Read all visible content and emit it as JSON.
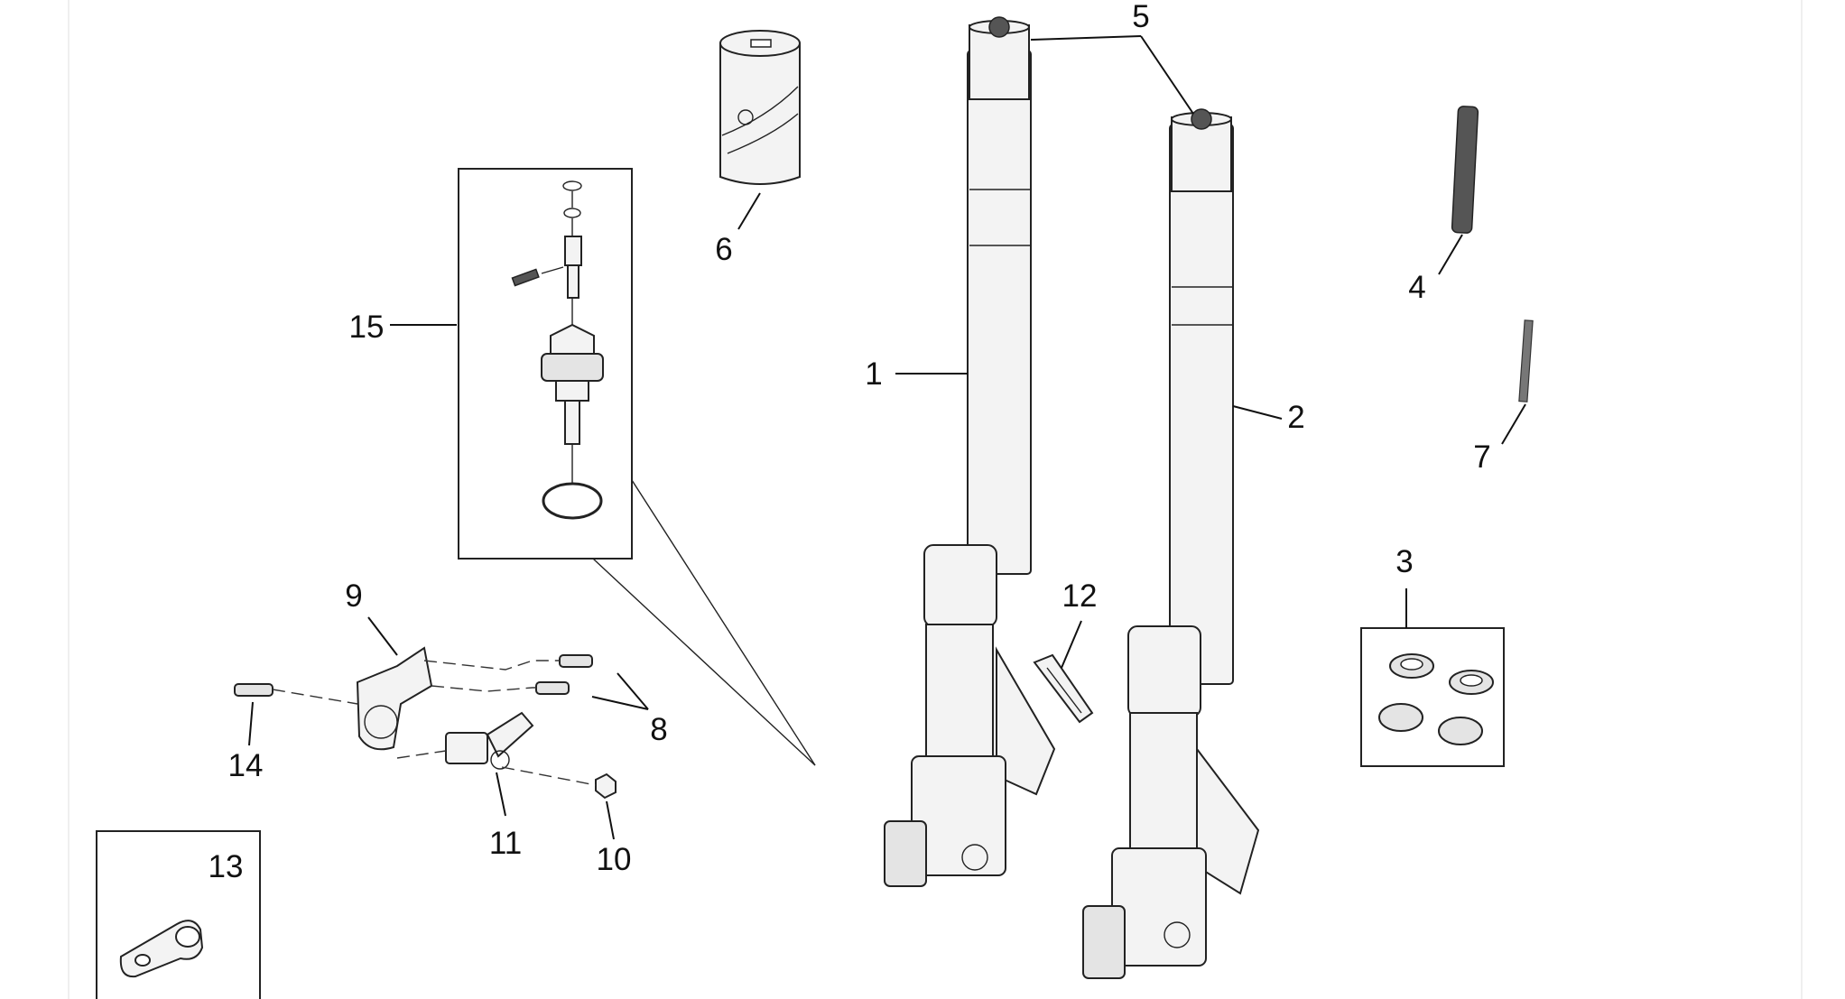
{
  "diagram": {
    "callouts": [
      {
        "id": "1",
        "text": "1"
      },
      {
        "id": "2",
        "text": "2"
      },
      {
        "id": "3",
        "text": "3"
      },
      {
        "id": "4",
        "text": "4"
      },
      {
        "id": "5",
        "text": "5"
      },
      {
        "id": "6",
        "text": "6"
      },
      {
        "id": "7",
        "text": "7"
      },
      {
        "id": "8",
        "text": "8"
      },
      {
        "id": "9",
        "text": "9"
      },
      {
        "id": "10",
        "text": "10"
      },
      {
        "id": "11",
        "text": "11"
      },
      {
        "id": "12",
        "text": "12"
      },
      {
        "id": "13",
        "text": "13"
      },
      {
        "id": "14",
        "text": "14"
      },
      {
        "id": "15",
        "text": "15"
      }
    ],
    "colors": {
      "line": "#111111",
      "part_fill": "#f3f3f3",
      "background": "#ffffff"
    }
  }
}
